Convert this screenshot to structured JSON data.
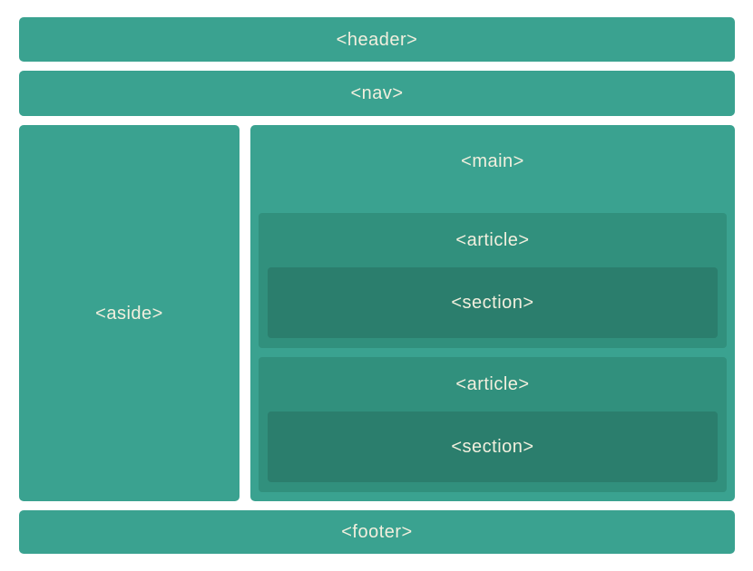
{
  "diagram": {
    "description": "HTML5 semantic sectioning elements layout diagram",
    "colors": {
      "outer": "#3aa290",
      "article": "#31907d",
      "section": "#2b7e6d",
      "label": "#f2efde",
      "background": "#ffffff"
    },
    "header": {
      "label": "<header>"
    },
    "nav": {
      "label": "<nav>"
    },
    "aside": {
      "label": "<aside>"
    },
    "main": {
      "label": "<main>",
      "articles": [
        {
          "label": "<article>",
          "section": {
            "label": "<section>"
          }
        },
        {
          "label": "<article>",
          "section": {
            "label": "<section>"
          }
        }
      ]
    },
    "footer": {
      "label": "<footer>"
    }
  }
}
